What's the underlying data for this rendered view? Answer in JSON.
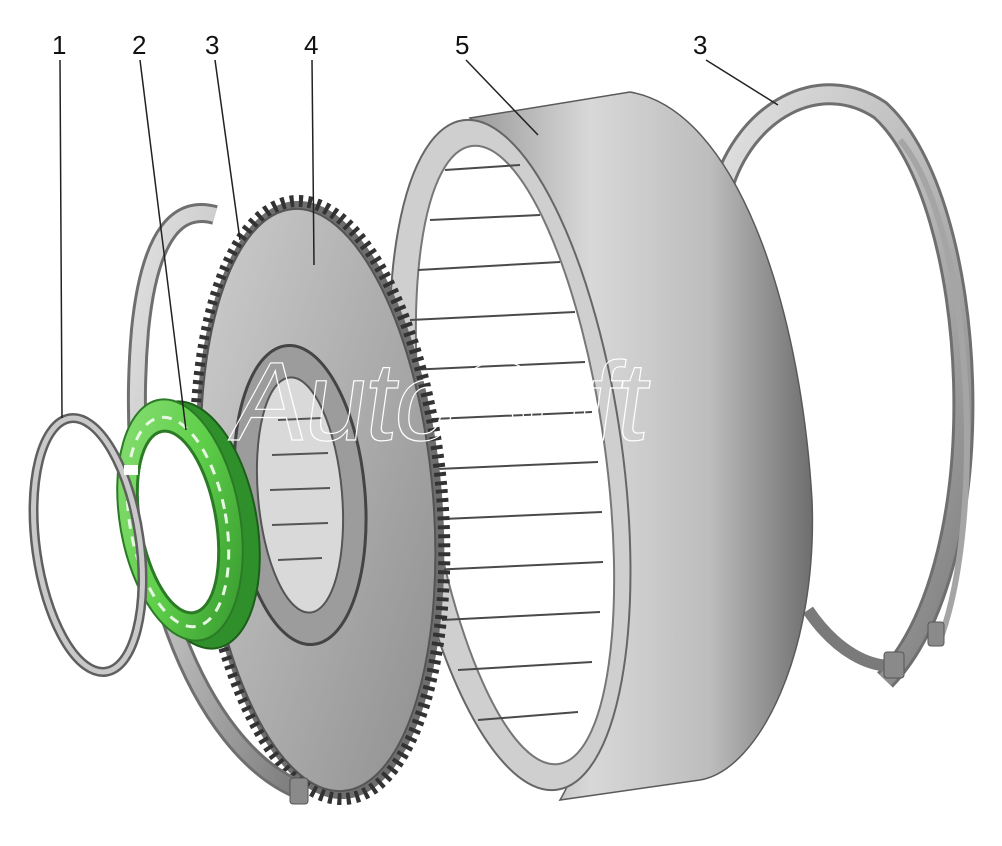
{
  "diagram": {
    "callouts": [
      {
        "id": "c1",
        "label": "1"
      },
      {
        "id": "c2",
        "label": "2"
      },
      {
        "id": "c3a",
        "label": "3"
      },
      {
        "id": "c4",
        "label": "4"
      },
      {
        "id": "c5",
        "label": "5"
      },
      {
        "id": "c3b",
        "label": "3"
      }
    ],
    "watermark": "AutoSoft",
    "colors": {
      "background": "#ffffff",
      "metal_light": "#d4d4d4",
      "metal_mid": "#a9a9a9",
      "metal_dark": "#6b6b6b",
      "bearing_green": "#5fcf4a",
      "bearing_green_dark": "#2f8f2a",
      "leader_line": "#222222"
    }
  }
}
